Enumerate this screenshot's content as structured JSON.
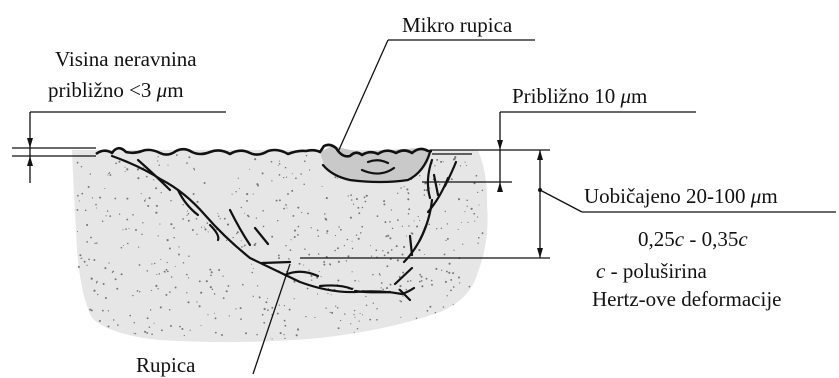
{
  "labels": {
    "mikro_rupica": "Mikro rupica",
    "visina_line1": "Visina neravnina",
    "visina_line2_prefix": "približno <3 ",
    "mu": "μ",
    "unit_m": "m",
    "priblizno_prefix": "Približno 10 ",
    "uobicajeno_prefix": "Uobičajeno 20-100 ",
    "range_a": "0,25",
    "range_mid": " - 0,35",
    "c_symbol": "c",
    "c_desc": " - poluširina",
    "hertz": "Hertz-ove deformacije",
    "rupica": "Rupica"
  },
  "colors": {
    "material_fill": "#e6e6e6",
    "stipple": "#777777",
    "ink": "#111111"
  }
}
